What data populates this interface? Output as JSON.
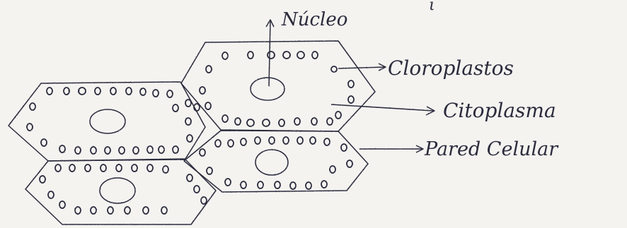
{
  "diagram": {
    "labels": {
      "nucleus": "Núcleo",
      "chloroplasts": "Cloroplastos",
      "cytoplasm": "Citoplasma",
      "cell_wall": "Pared Celular"
    },
    "stray_mark": "ι",
    "colors": {
      "ink": "#2b2b3c",
      "paper": "#f4f3f0"
    }
  }
}
